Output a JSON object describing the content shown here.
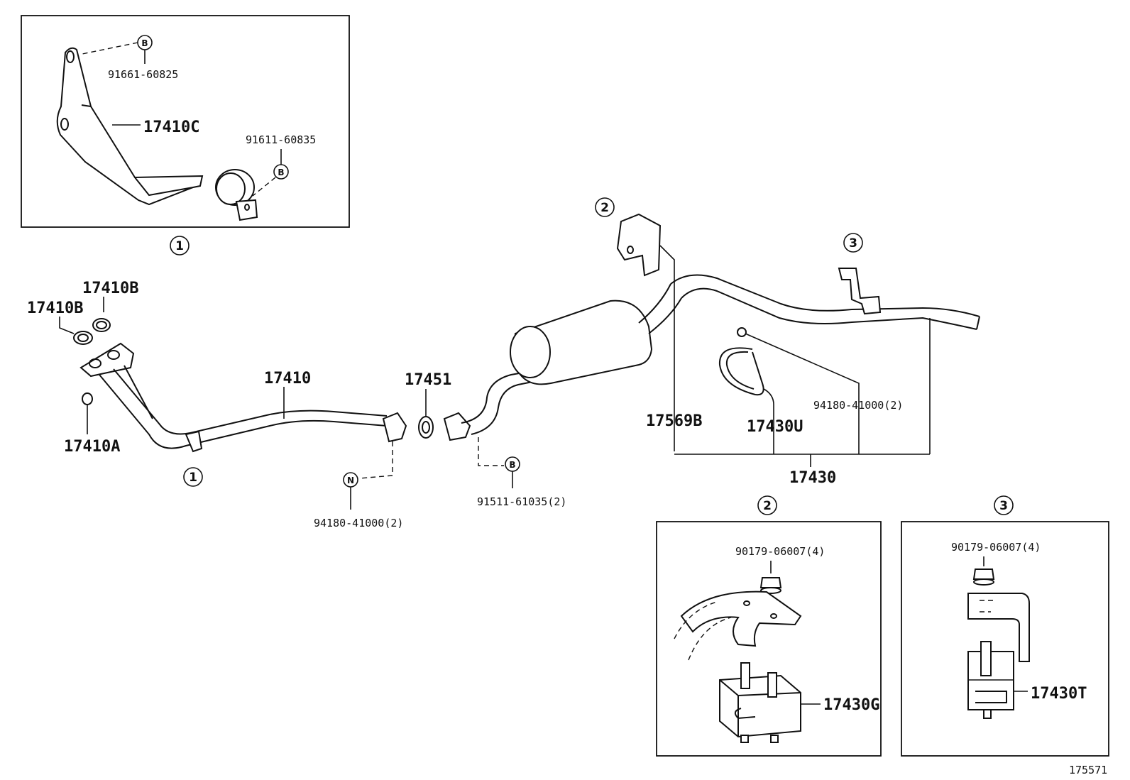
{
  "parts": {
    "p_17410C": "17410C",
    "p_91661": "91661-60825",
    "p_91611": "91611-60835",
    "p_17410B_top": "17410B",
    "p_17410B_left": "17410B",
    "p_17410A": "17410A",
    "p_17410": "17410",
    "p_17451": "17451",
    "p_94180_bottom": "94180-41000(2)",
    "p_91511": "91511-61035(2)",
    "p_17569B": "17569B",
    "p_17430U": "17430U",
    "p_94180_right": "94180-41000(2)",
    "p_17430": "17430",
    "p_90179_a": "90179-06007(4)",
    "p_17430G": "17430G",
    "p_90179_b": "90179-06007(4)",
    "p_17430T": "17430T"
  },
  "callouts": {
    "c_box1": "1",
    "c_pipe1": "1",
    "c_2_top": "2",
    "c_3_top": "3",
    "c_2_box": "2",
    "c_3_box": "3",
    "b_top1": "B",
    "b_top2": "B",
    "b_mid": "B",
    "n_mid": "N"
  },
  "figure_id": "175571"
}
